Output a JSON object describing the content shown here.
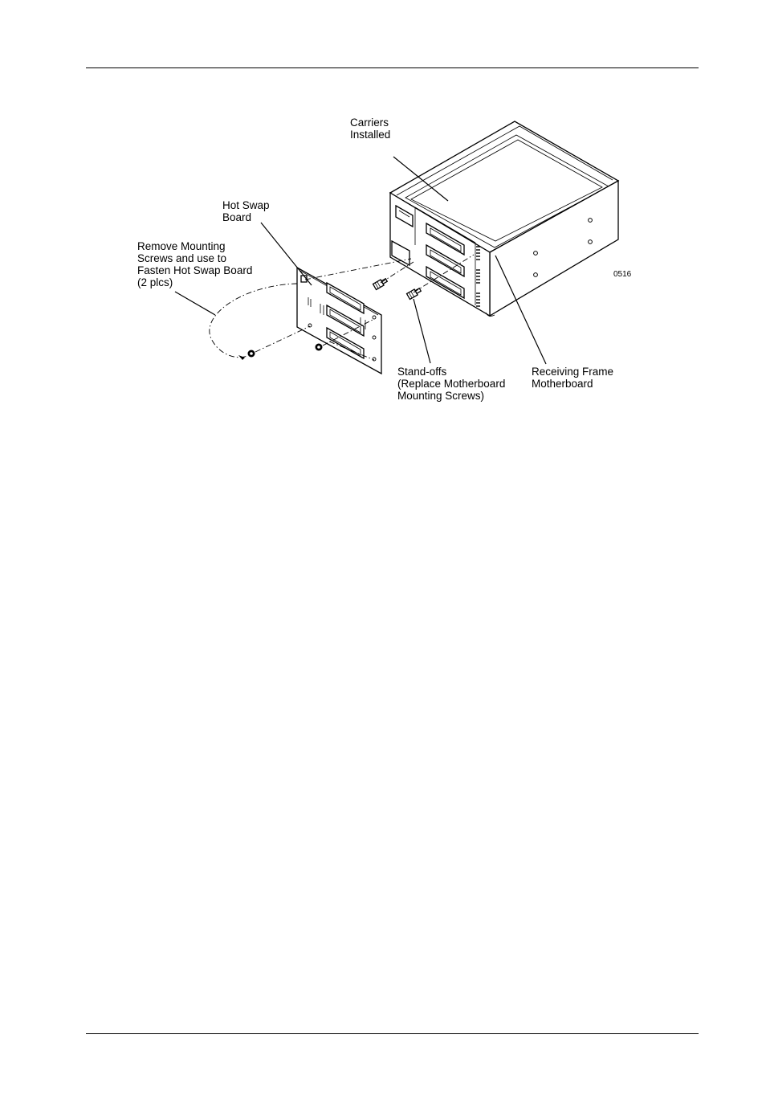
{
  "figure": {
    "labels": {
      "carriers_line1": "Carriers",
      "carriers_line2": "Installed",
      "hot_swap_line1": "Hot Swap",
      "hot_swap_line2": "Board",
      "remove_line1": "Remove Mounting",
      "remove_line2": "Screws and use to",
      "remove_line3": "Fasten Hot Swap Board",
      "remove_line4": "(2 plcs)",
      "standoffs_line1": "Stand-offs",
      "standoffs_line2": "(Replace Motherboard",
      "standoffs_line3": "Mounting Screws)",
      "receiving_line1": "Receiving Frame",
      "receiving_line2": "Motherboard",
      "figure_number": "0516"
    }
  }
}
